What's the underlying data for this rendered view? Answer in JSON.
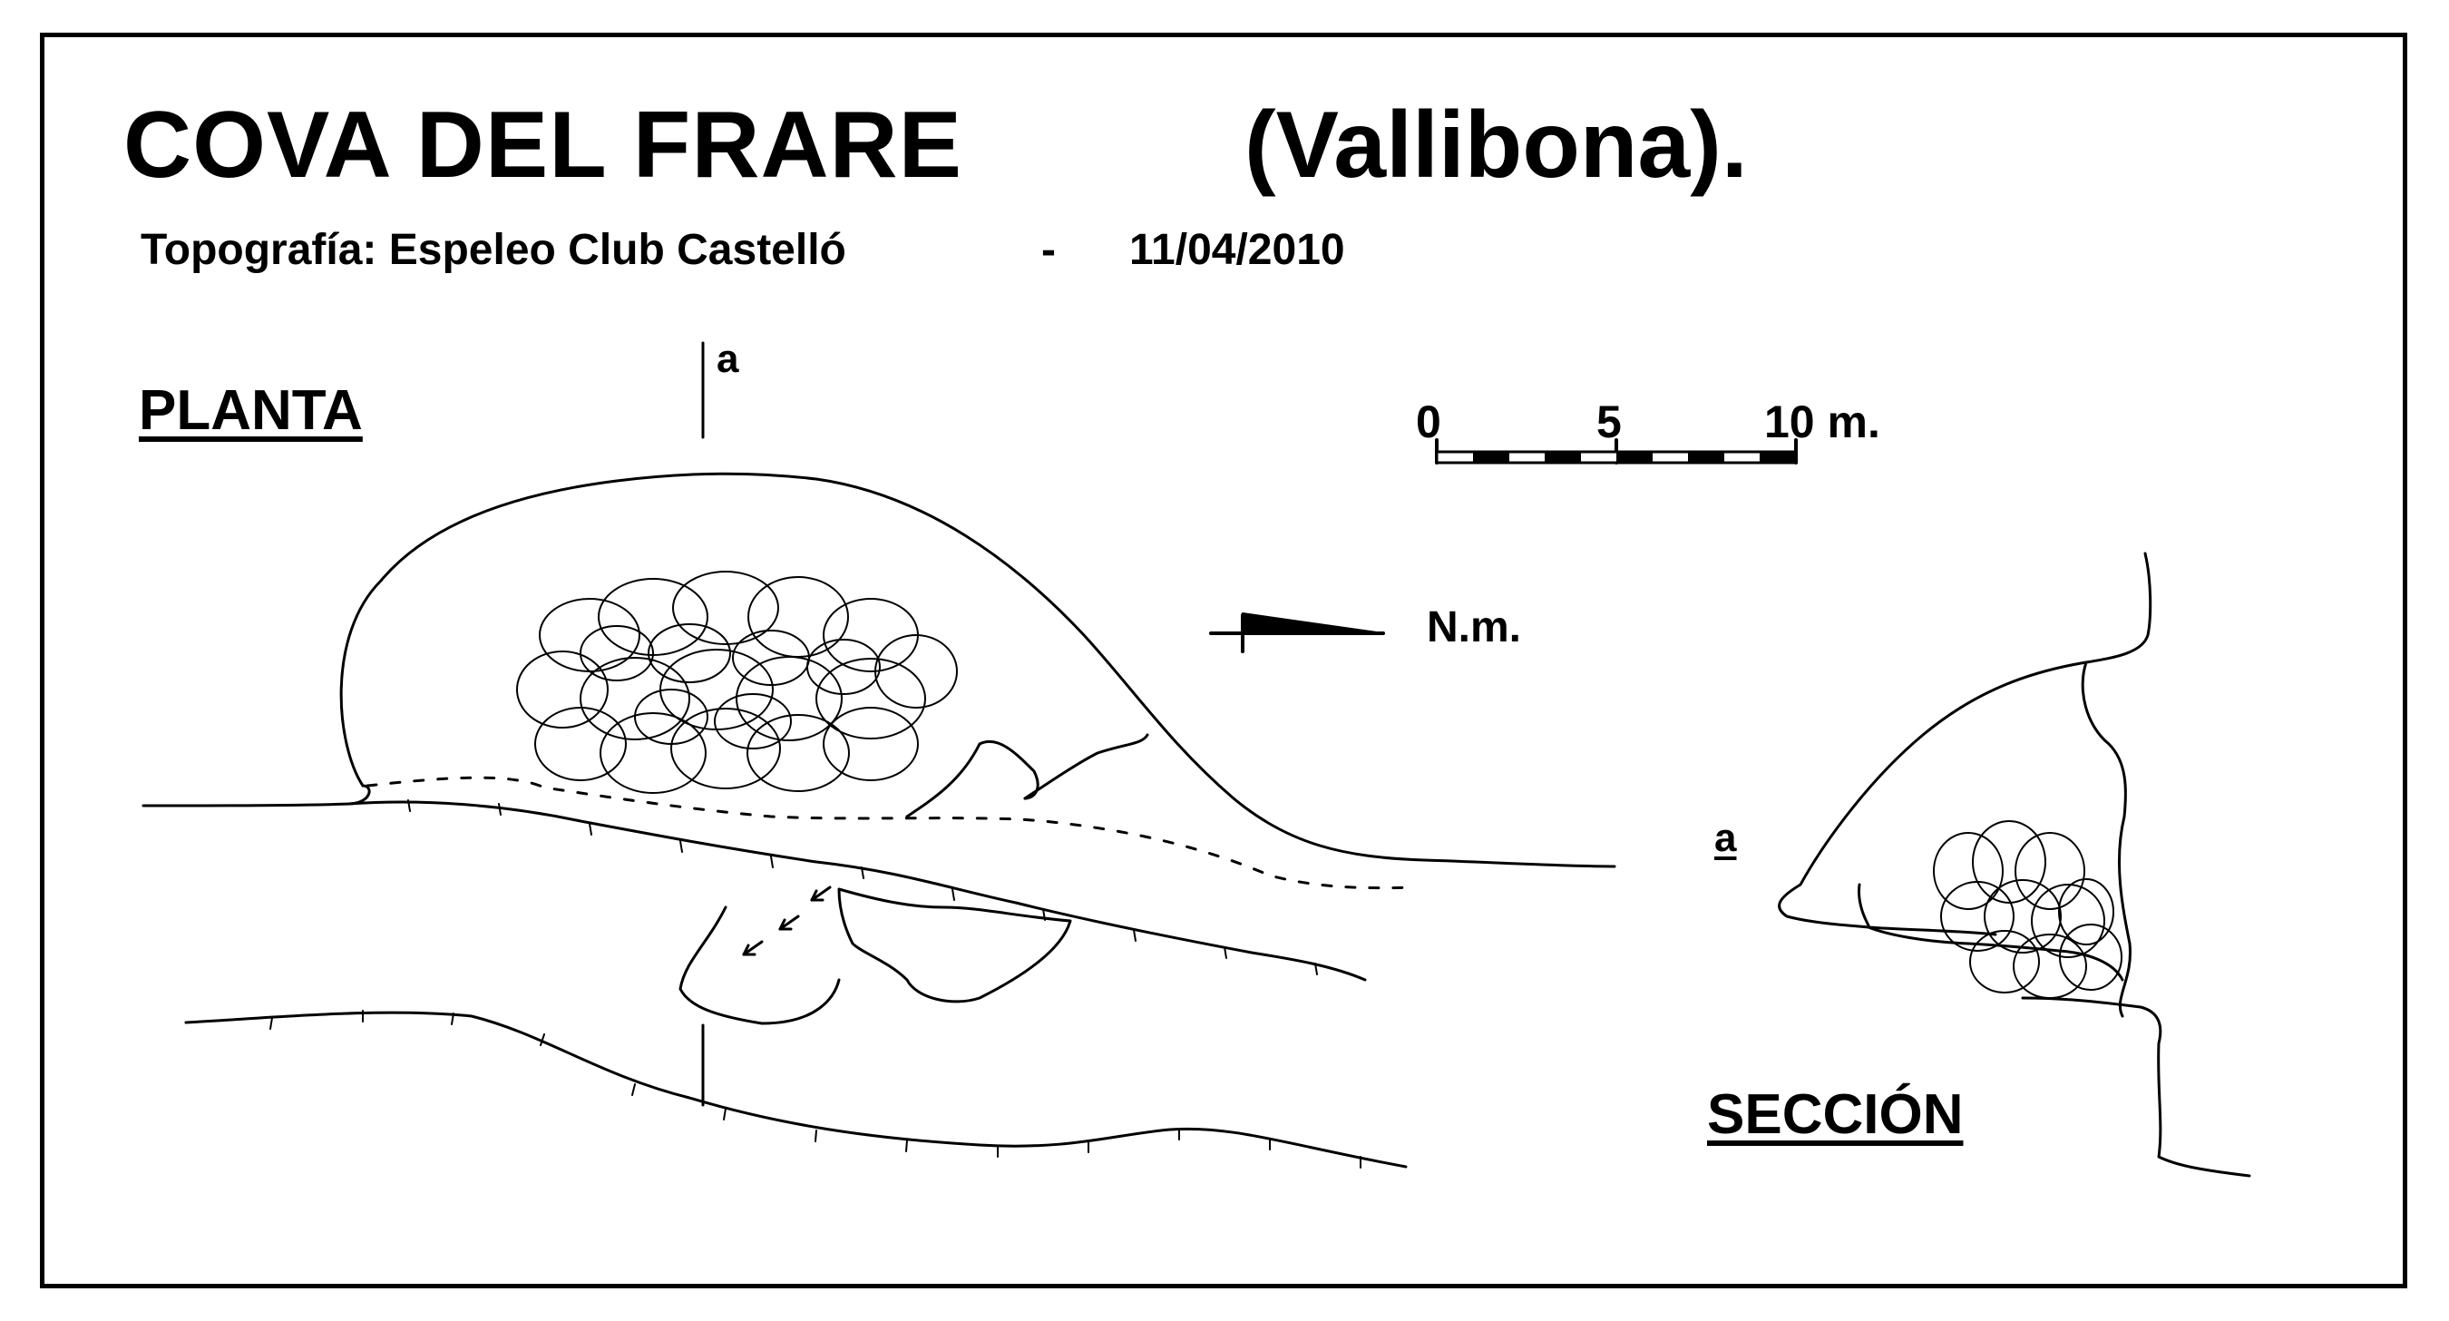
{
  "title": "COVA  DEL  FRARE",
  "location": "(Vallibona).",
  "credit": "Topografía:  Espeleo Club Castelló",
  "separator": "-",
  "date": "11/04/2010",
  "plan_label": "PLANTA",
  "section_label": "SECCIÓN",
  "section_marker": "a",
  "north_label": "N.m.",
  "scale": {
    "ticks": [
      "0",
      "5",
      "10 m."
    ]
  }
}
